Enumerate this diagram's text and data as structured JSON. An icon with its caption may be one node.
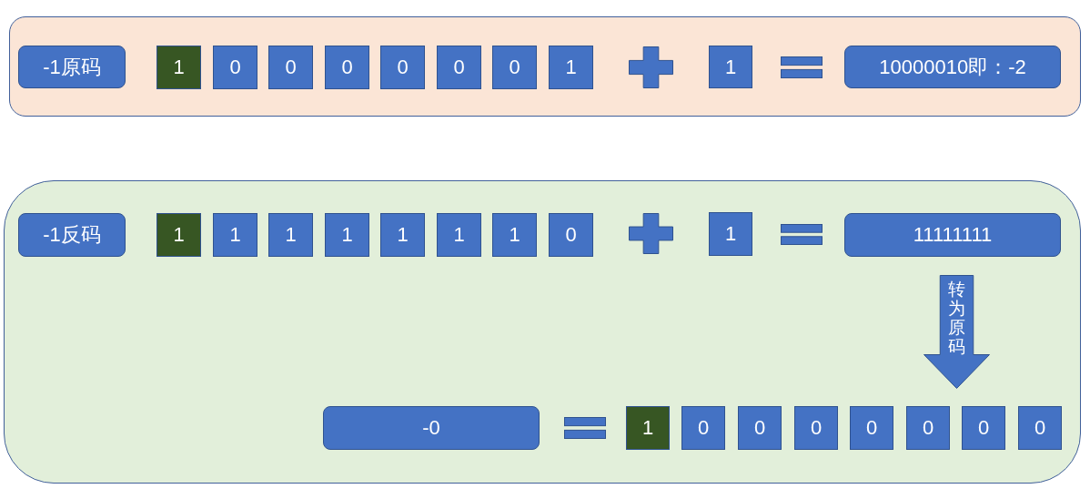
{
  "diagram": {
    "nodes": [
      {
        "text": [],
        "shape": "box"
      },
      {
        "text": [
          "-1原码"
        ],
        "in": 0
      },
      {
        "text": [
          "1"
        ],
        "in": 0
      },
      {
        "text": [
          "0"
        ],
        "in": 0
      },
      {
        "text": [
          "0"
        ],
        "in": 0
      },
      {
        "text": [
          "0"
        ],
        "in": 0
      },
      {
        "text": [
          "0"
        ],
        "in": 0
      },
      {
        "text": [
          "0"
        ],
        "in": 0
      },
      {
        "text": [
          "0"
        ],
        "in": 0
      },
      {
        "text": [
          "1"
        ],
        "in": 0
      },
      {
        "text": [],
        "shape": "plus",
        "in": 0
      },
      {
        "text": [
          "1"
        ],
        "in": 0
      },
      {
        "text": [],
        "shape": "equals",
        "in": 0
      },
      {
        "text": [
          "10000010即：-2"
        ],
        "in": 0
      },
      {
        "text": [],
        "shape": "box"
      },
      {
        "text": [
          "-1反码"
        ],
        "in": 14
      },
      {
        "text": [
          "1"
        ],
        "in": 14
      },
      {
        "text": [
          "1"
        ],
        "in": 14
      },
      {
        "text": [
          "1"
        ],
        "in": 14
      },
      {
        "text": [
          "1"
        ],
        "in": 14
      },
      {
        "text": [
          "1"
        ],
        "in": 14
      },
      {
        "text": [
          "1"
        ],
        "in": 14
      },
      {
        "text": [
          "1"
        ],
        "in": 14
      },
      {
        "text": [
          "0"
        ],
        "in": 14
      },
      {
        "text": [],
        "shape": "plus",
        "in": 14
      },
      {
        "text": [
          "1"
        ],
        "in": 14
      },
      {
        "text": [],
        "shape": "equals",
        "in": 14
      },
      {
        "text": [
          "11111111"
        ],
        "in": 14
      },
      {
        "text": [
          "转为原码"
        ],
        "in": 14
      },
      {
        "text": [
          "-0"
        ],
        "in": 14
      },
      {
        "text": [],
        "shape": "equals",
        "in": 14
      },
      {
        "text": [
          "1"
        ],
        "in": 14
      },
      {
        "text": [
          "0"
        ],
        "in": 14
      },
      {
        "text": [
          "0"
        ],
        "in": 14
      },
      {
        "text": [
          "0"
        ],
        "in": 14
      },
      {
        "text": [
          "0"
        ],
        "in": 14
      },
      {
        "text": [
          "0"
        ],
        "in": 14
      },
      {
        "text": [
          "0"
        ],
        "in": 14
      },
      {
        "text": [
          "0"
        ],
        "in": 14
      }
    ]
  }
}
